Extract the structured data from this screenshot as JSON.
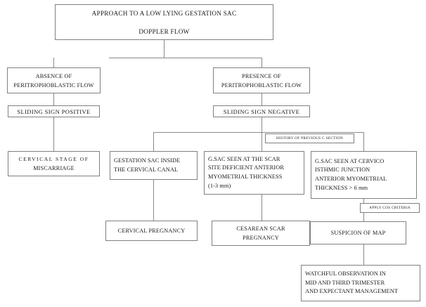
{
  "diagram": {
    "title_box": {
      "line1": "APPROACH TO A LOW LYING GESTATION SAC",
      "line2": "DOPPLER FLOW"
    },
    "branch_left": {
      "line1": "ABSENCE OF",
      "line2": "PERITROPHOBLASTIC FLOW"
    },
    "branch_right": {
      "line1": "PRESENCE OF",
      "line2": "PERITROPHOBLASTIC FLOW"
    },
    "sliding_positive": "SLIDING SIGN POSITIVE",
    "sliding_negative": "SLIDING SIGN NEGATIVE",
    "history_note": "HISTORY OF PREVIOUS  C SECTION",
    "apply_cos": "APPLY COS CRITERIA",
    "outcome_miscarriage": {
      "line1": "CERVICAL  STAGE  OF",
      "line2": "MISCARRIAGE"
    },
    "gestation_sac_cervical": {
      "line1": "GESTATION SAC INSIDE",
      "line2": "THE CERVICAL  CANAL"
    },
    "scar_site": {
      "line1": "G.SAC SEEN AT THE SCAR",
      "line2": "SITE DEFICIENT ANTERIOR",
      "line3": "MYOMETRIAL THICKNESS",
      "line4": "(1-3 mm)"
    },
    "cervico_isthmic": {
      "line1": "G.SAC SEEN AT CERVICO",
      "line2": "ISTHMIC JUNCTION",
      "line3": "ANTERIOR MYOMETRIAL",
      "line4": "THICKNESS > 6 mm"
    },
    "cervical_pregnancy": "CERVICAL PREGNANCY",
    "cesarean_scar_pregnancy": {
      "line1": "CESAREAN SCAR",
      "line2": "PREGNANCY"
    },
    "suspicion_map": "SUSPICION OF MAP",
    "watchful": {
      "line1": "WATCHFUL  OBSERVATION IN",
      "line2": "MID AND THIRD TRIMESTER",
      "line3": "AND EXPECTANT MANAGEMENT"
    },
    "colors": {
      "border": "#808080",
      "connector": "#8a8a8a",
      "text": "#1a1a1a",
      "background": "#ffffff"
    }
  }
}
